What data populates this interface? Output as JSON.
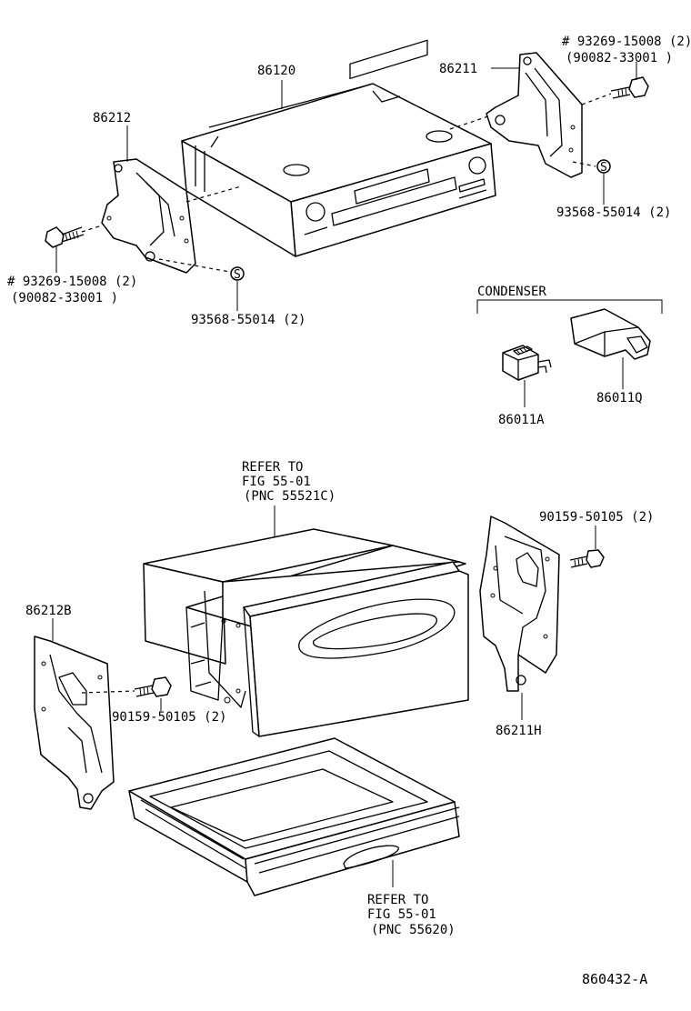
{
  "labels": {
    "p86120": "86120",
    "p86211": "86211",
    "p86212": "86212",
    "bolt_top_right_1": "# 93269-15008 (2)",
    "bolt_top_right_2": "(90082-33001 )",
    "washer_top_right": "93568-55014 (2)",
    "bolt_left_1": "# 93269-15008 (2)",
    "bolt_left_2": "(90082-33001 )",
    "washer_left": "93568-55014 (2)",
    "condenser_title": "CONDENSER",
    "p86011A": "86011A",
    "p86011Q": "86011Q",
    "refer_top_1": "REFER TO",
    "refer_top_2": "FIG 55-01",
    "refer_top_3": "(PNC 55521C)",
    "screw_right": "90159-50105 (2)",
    "p86212B": "86212B",
    "screw_left": "90159-50105 (2)",
    "p86211H": "86211H",
    "refer_bottom_1": "REFER TO",
    "refer_bottom_2": "FIG 55-01",
    "refer_bottom_3": "(PNC 55620)",
    "diagram_id": "860432-A"
  },
  "washer_symbol": "S"
}
